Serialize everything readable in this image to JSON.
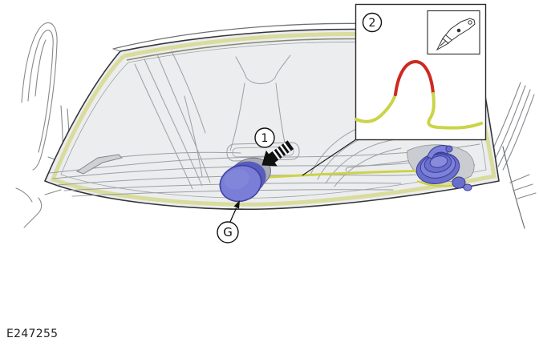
{
  "figure": {
    "id": "E247255",
    "callouts": [
      {
        "label": "1"
      },
      {
        "label": "2"
      },
      {
        "label": "G"
      }
    ],
    "colors": {
      "cord_yellow": "#ccd348",
      "cord_red": "#cc2a20",
      "adhesive_bead": "#d9dc9d",
      "part_blue": "#7a7ed6",
      "part_blue_dark": "#3d41a2",
      "tool_blue": "#6b6fcc",
      "outline": "#33363a",
      "line_gray": "#8d9094"
    },
    "icons": [
      {
        "name": "utility-knife-icon"
      },
      {
        "name": "insertion-direction-arrow-icon"
      },
      {
        "name": "callout-arrow-icon"
      }
    ]
  }
}
